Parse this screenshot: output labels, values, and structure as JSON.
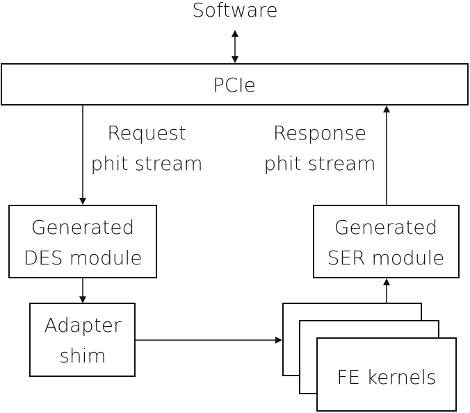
{
  "diagram": {
    "software": "Software",
    "pcie": "PCIe",
    "request_line1": "Request",
    "request_line2": "phit stream",
    "response_line1": "Response",
    "response_line2": "phit stream",
    "des_line1": "Generated",
    "des_line2": "DES module",
    "ser_line1": "Generated",
    "ser_line2": "SER module",
    "adapter_line1": "Adapter",
    "adapter_line2": "shim",
    "kernels": "FE kernels"
  }
}
